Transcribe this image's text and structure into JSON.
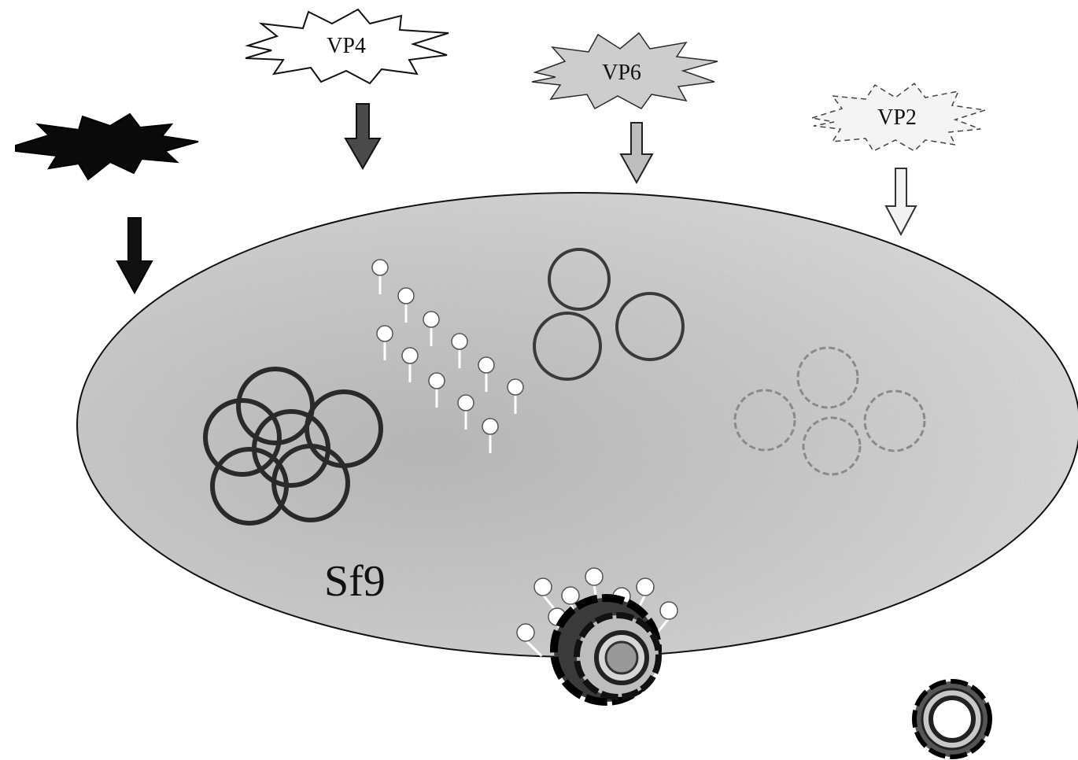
{
  "diagram": {
    "cell_label": "Sf9",
    "proteins": [
      {
        "id": "unlabeled",
        "label": "",
        "fill": "#0a0a0a",
        "arrow_fill": "#111111"
      },
      {
        "id": "vp4",
        "label": "VP4",
        "fill": "#ffffff",
        "arrow_fill": "#4a4a4a"
      },
      {
        "id": "vp6",
        "label": "VP6",
        "fill": "#cfcfcf",
        "arrow_fill": "#bdbdbd"
      },
      {
        "id": "vp2",
        "label": "VP2",
        "fill": "#f4f4f4",
        "arrow_fill": "#f2f2f2"
      }
    ],
    "colors": {
      "cell_fill": "#cdcdcd",
      "outline": "#111111",
      "ring_dark": "#2a2a2a",
      "ring_mid": "#3a3a3a",
      "ring_light": "#8a8a8a"
    }
  }
}
